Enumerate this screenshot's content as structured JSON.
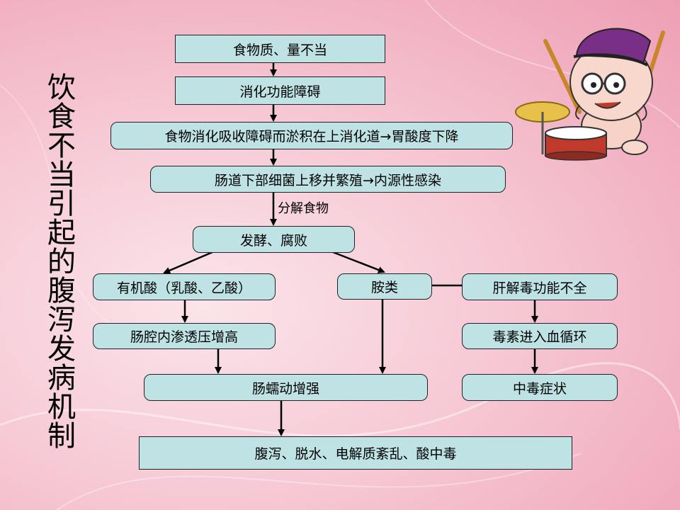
{
  "title": "饮食不当引起的腹泻发病机制",
  "nodes": {
    "n1": "食物质、量不当",
    "n2": "消化功能障碍",
    "n3": "食物消化吸收障碍而淤积在上消化道→胃酸度下降",
    "n4": "肠道下部细菌上移并繁殖→内源性感染",
    "n5": "发酵、腐败",
    "n6": "有机酸（乳酸、乙酸）",
    "n7": "胺类",
    "n8": "肝解毒功能不全",
    "n9": "肠腔内渗透压增高",
    "n10": "毒素进入血循环",
    "n11": "肠蠕动增强",
    "n12": "中毒症状",
    "n13": "腹泻、脱水、电解质紊乱、酸中毒"
  },
  "edge_labels": {
    "decompose": "分解食物"
  },
  "colors": {
    "node_fill": "#bfe3e4",
    "border": "#222222",
    "background": "#f6c8d4"
  },
  "decorations": {
    "cartoon": "drummer-baby-cartoon"
  }
}
